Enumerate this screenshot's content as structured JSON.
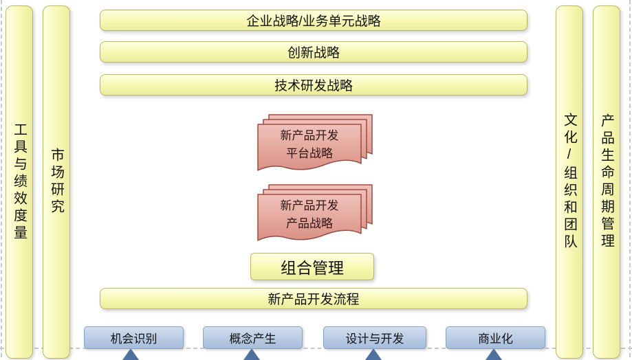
{
  "colors": {
    "yellow_fill": "#f7f7ae",
    "yellow_border": "#b9b95e",
    "pink_fill": "#e2a89e",
    "pink_border": "#9c4a40",
    "blue_fill": "#b9cbe3",
    "blue_border": "#84a3c9",
    "arrow_blue": "#50709f"
  },
  "left_bars": [
    {
      "label": "工具与绩效度量"
    },
    {
      "label": "市场研究"
    }
  ],
  "right_bars": [
    {
      "label": "文化/组织和团队"
    },
    {
      "label": "产品生命周期管理"
    }
  ],
  "strategy_bars": [
    {
      "label": "企业战略/业务单元战略"
    },
    {
      "label": "创新战略"
    },
    {
      "label": "技术研发战略"
    }
  ],
  "card_stacks": [
    {
      "line1": "新产品开发",
      "line2": "平台战略"
    },
    {
      "line1": "新产品开发",
      "line2": "产品战略"
    }
  ],
  "portfolio_box": {
    "label": "组合管理"
  },
  "process_bar": {
    "label": "新产品开发流程"
  },
  "phases": [
    {
      "label": "机会识别"
    },
    {
      "label": "概念产生"
    },
    {
      "label": "设计与开发"
    },
    {
      "label": "商业化"
    }
  ]
}
